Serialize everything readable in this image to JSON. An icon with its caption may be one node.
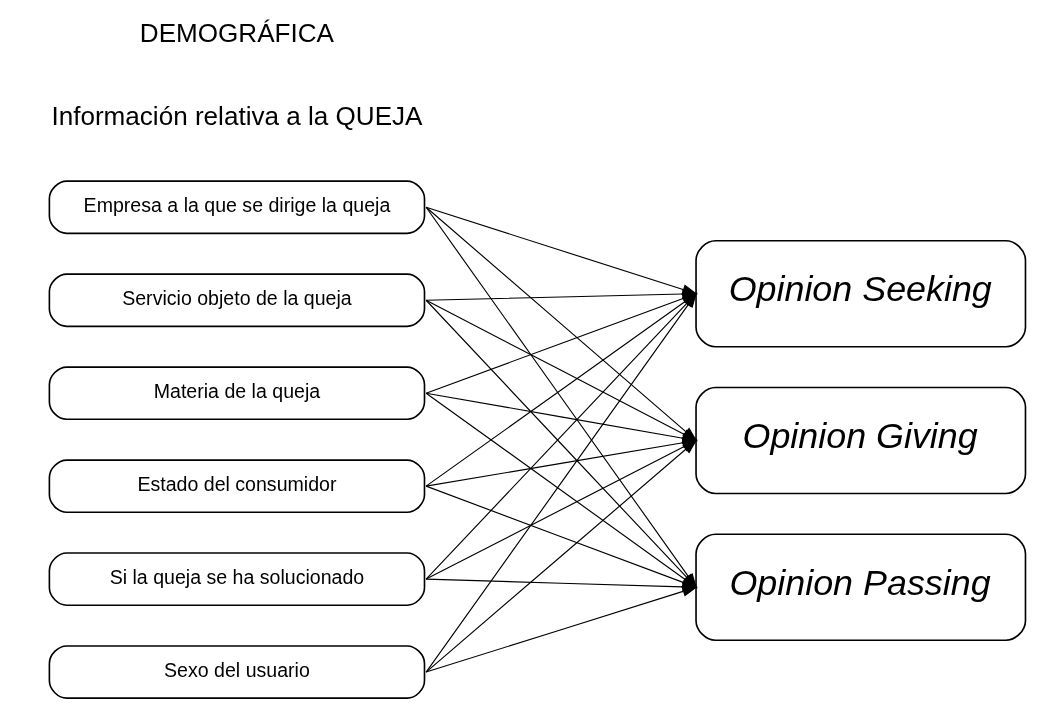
{
  "diagram": {
    "nodes": [
      {
        "text": [
          "Empresa a la que se dirige la queja"
        ]
      },
      {
        "text": [
          "Servicio objeto de la queja"
        ]
      },
      {
        "text": [
          "Materia de la queja"
        ]
      },
      {
        "text": [
          "Estado del consumidor"
        ]
      },
      {
        "text": [
          "Si la queja se ha solucionado"
        ]
      },
      {
        "text": [
          "Sexo del usuario"
        ]
      },
      {
        "text": [
          "Opinion Seeking"
        ]
      },
      {
        "text": [
          "Opinion Giving"
        ]
      },
      {
        "text": [
          "Opinion Passing"
        ]
      }
    ],
    "edges": [
      {
        "from": 0,
        "to": 6,
        "arrow": "to"
      },
      {
        "from": 0,
        "to": 7,
        "arrow": "to"
      },
      {
        "from": 0,
        "to": 8,
        "arrow": "to"
      },
      {
        "from": 1,
        "to": 6,
        "arrow": "to"
      },
      {
        "from": 1,
        "to": 7,
        "arrow": "to"
      },
      {
        "from": 1,
        "to": 8,
        "arrow": "to"
      },
      {
        "from": 2,
        "to": 6,
        "arrow": "to"
      },
      {
        "from": 2,
        "to": 7,
        "arrow": "to"
      },
      {
        "from": 2,
        "to": 8,
        "arrow": "to"
      },
      {
        "from": 3,
        "to": 6,
        "arrow": "to"
      },
      {
        "from": 3,
        "to": 7,
        "arrow": "to"
      },
      {
        "from": 3,
        "to": 8,
        "arrow": "to"
      },
      {
        "from": 4,
        "to": 6,
        "arrow": "to"
      },
      {
        "from": 4,
        "to": 7,
        "arrow": "to"
      },
      {
        "from": 4,
        "to": 8,
        "arrow": "to"
      },
      {
        "from": 5,
        "to": 6,
        "arrow": "to"
      },
      {
        "from": 5,
        "to": 7,
        "arrow": "to"
      },
      {
        "from": 5,
        "to": 8,
        "arrow": "to"
      }
    ],
    "labels": [
      "Información relativa a la QUEJA",
      "DEMOGRÁFICA"
    ]
  }
}
